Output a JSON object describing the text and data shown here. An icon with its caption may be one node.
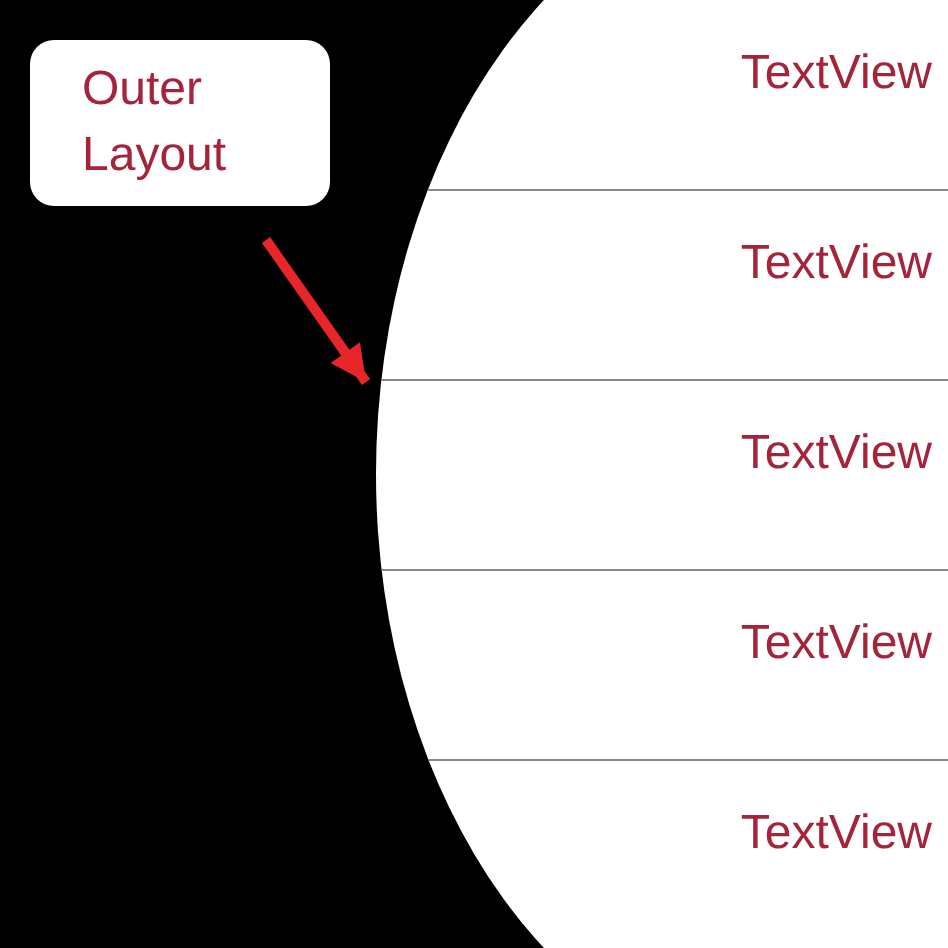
{
  "diagram": {
    "nodes": [
      {
        "text": [
          "Outer Layout"
        ]
      },
      {
        "text": [],
        "shape": "ellipse"
      },
      {
        "text": [
          "TextView"
        ],
        "in": 1
      },
      {
        "text": [
          "TextView"
        ],
        "in": 1
      },
      {
        "text": [
          "TextView"
        ],
        "in": 1
      },
      {
        "text": [
          "TextView"
        ],
        "in": 1
      },
      {
        "text": [
          "TextView"
        ],
        "in": 1
      }
    ],
    "edges": [
      {
        "from": 0,
        "to": 1,
        "arrow": "to"
      }
    ]
  }
}
